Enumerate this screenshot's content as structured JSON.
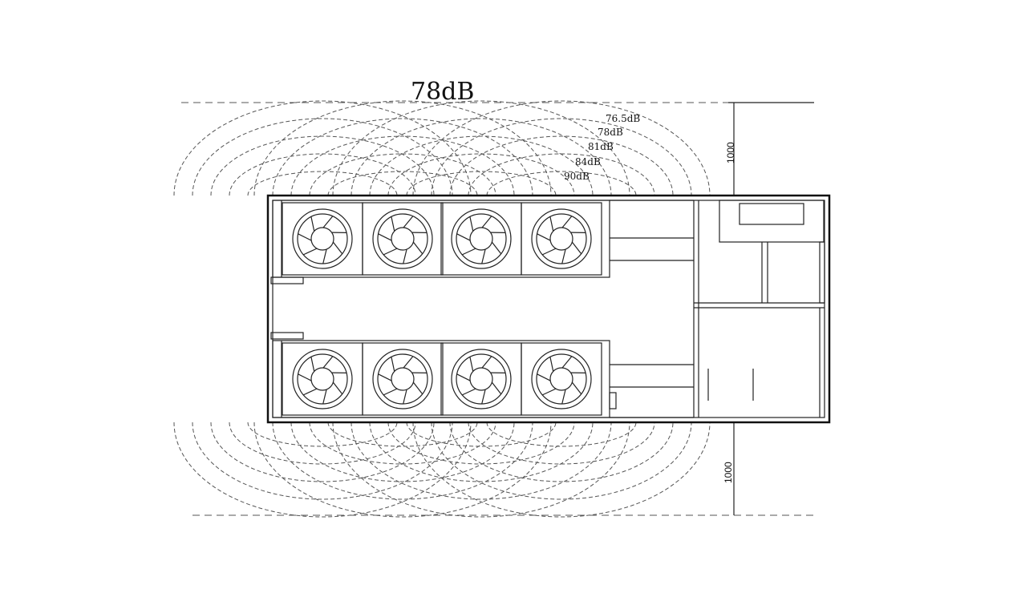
{
  "title_level": "78dB",
  "contours": [
    "76.5dB",
    "78dB",
    "81dB",
    "84dB",
    "90dB"
  ],
  "dimensions": {
    "top": "1000",
    "bottom": "1000"
  }
}
